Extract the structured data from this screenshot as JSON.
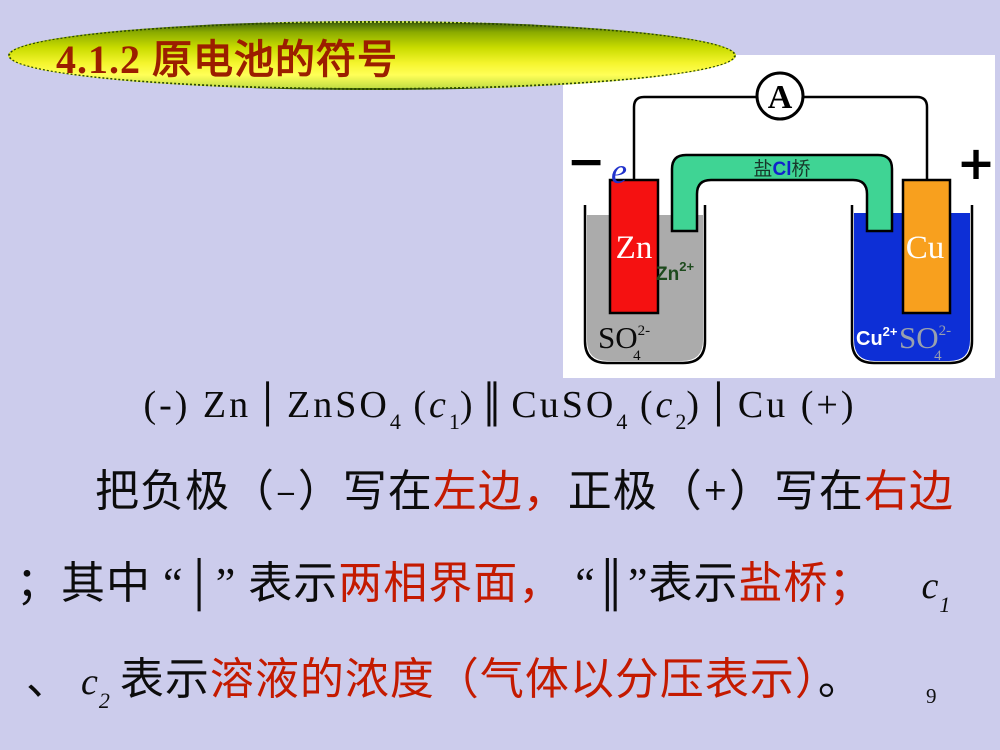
{
  "slide": {
    "title": "4.1.2  原电池的符号",
    "page_number": "9",
    "background_color": "#ccccec",
    "title_color": "#9b1e00"
  },
  "diagram": {
    "ammeter_label": "A",
    "minus_terminal": "−",
    "plus_terminal": "+",
    "electron_label": "e",
    "salt_bridge_label": {
      "left": "盐",
      "cl": "Cl",
      "right": "桥"
    },
    "zn_half_cell": {
      "electrode": "Zn",
      "cation": "Zn",
      "cation_charge": "2+",
      "anion": "SO",
      "anion_charge": "2-",
      "anion_count": "4"
    },
    "cu_half_cell": {
      "electrode": "Cu",
      "cation": "Cu",
      "cation_charge": "2+",
      "anion": "SO",
      "anion_charge": "2-",
      "anion_count": "4"
    },
    "colors": {
      "diagram_bg": "#ffffff",
      "zn_electrode": "#f51111",
      "cu_electrode": "#f8a01e",
      "znso4_solution": "#ababab",
      "cuso4_solution": "#0d2fd6",
      "salt_bridge": "#3fd494",
      "electron_blue": "#2233cc",
      "zn_ion_green": "#1d4a1d"
    }
  },
  "notation": {
    "neg_and_zn": "(-) Zn",
    "bar1": "│",
    "znso": "ZnSO",
    "sub4a": "4",
    "lparen1": "(",
    "c1": "c",
    "c1sub": "1",
    "rparen1": ")",
    "double_bar": "║",
    "cuso": "CuSO",
    "sub4b": "4",
    "lparen2": "(",
    "c2": "c",
    "c2sub": "2",
    "rparen2": ")",
    "bar2": "│",
    "cu_and_pos": "Cu (+)"
  },
  "body": {
    "line1": {
      "seg1": "把负极（",
      "minus": "−",
      "seg2": "）写在",
      "red1": "左边，",
      "seg3": "正极（",
      "plus": "+",
      "seg4": "）写在",
      "red2": "右边"
    },
    "line2": {
      "seg1": "；其中 “│” 表示",
      "red1": "两相界面，",
      "seg2": " “║”表示",
      "red2": "盐桥；",
      "c1": "c",
      "c1sub": "1"
    },
    "line3": {
      "seg1": "、",
      "c2": "c",
      "c2sub": "2",
      "seg2": "表示",
      "red1": "溶液的浓度（气体以分压表示）",
      "seg3": "。"
    },
    "highlight_color": "#c41a00",
    "text_color": "#0c0c0c"
  }
}
